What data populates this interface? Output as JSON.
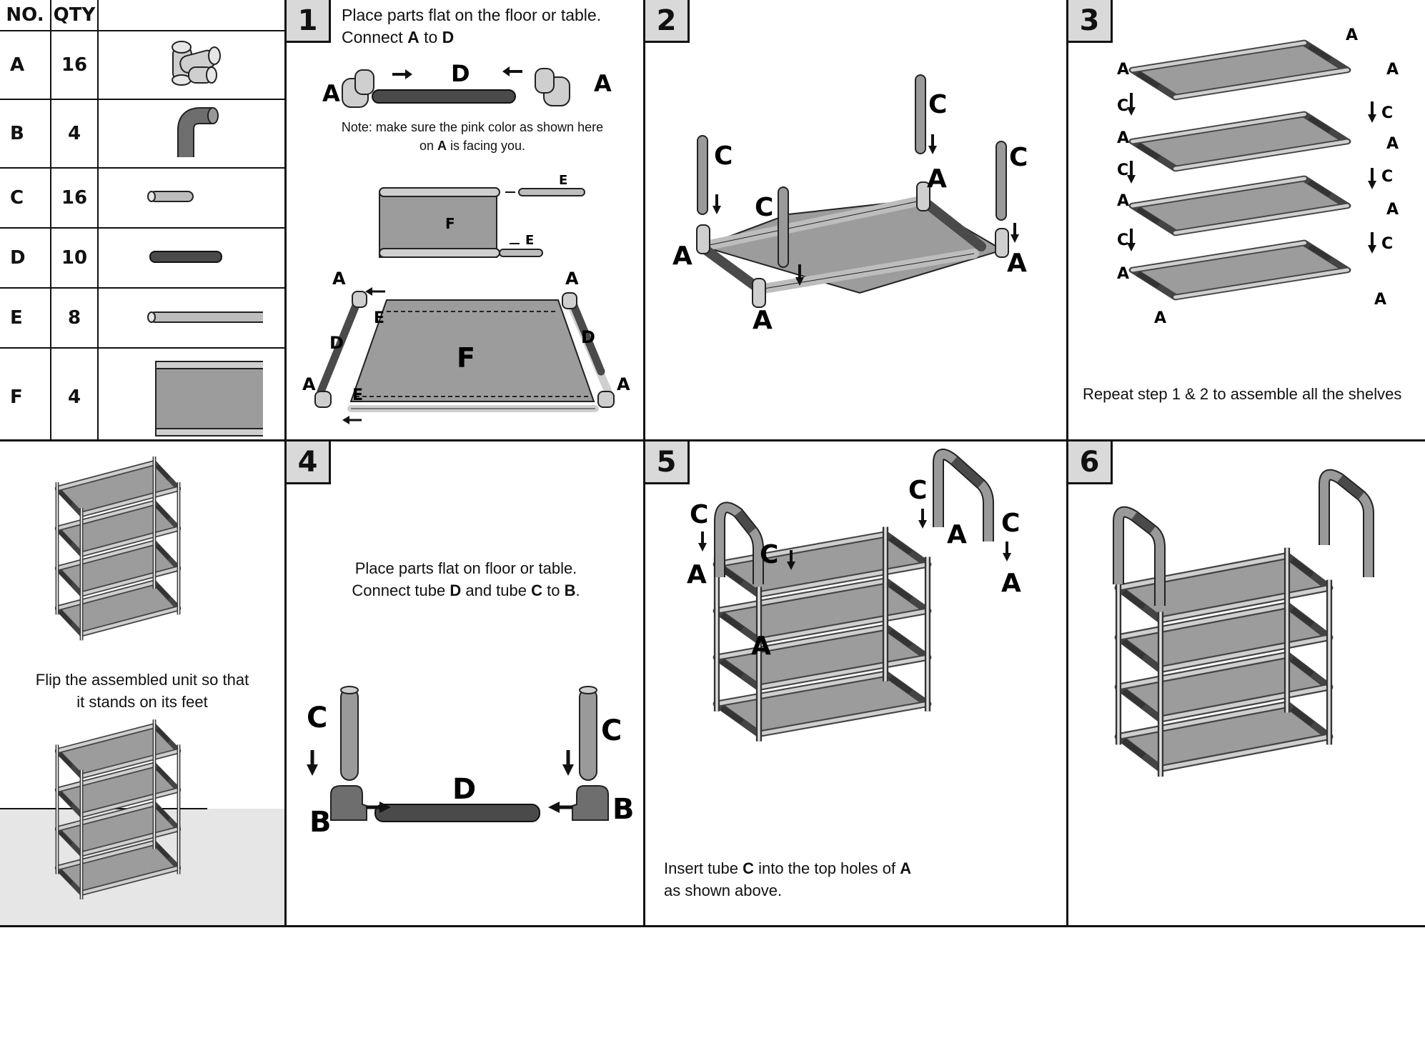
{
  "parts_table": {
    "headers": [
      "NO.",
      "QTY",
      ""
    ],
    "rows": [
      {
        "no": "A",
        "qty": "16",
        "icon": "four-way-connector-icon"
      },
      {
        "no": "B",
        "qty": "4",
        "icon": "elbow-connector-icon"
      },
      {
        "no": "C",
        "qty": "16",
        "icon": "short-tube-icon"
      },
      {
        "no": "D",
        "qty": "10",
        "icon": "dark-tube-icon"
      },
      {
        "no": "E",
        "qty": "8",
        "icon": "long-tube-icon"
      },
      {
        "no": "F",
        "qty": "4",
        "icon": "fabric-shelf-icon"
      }
    ]
  },
  "step1": {
    "number": "1",
    "line1": "Place parts flat on the floor or table.",
    "line2_pre": "Connect ",
    "line2_a": "A",
    "line2_mid": " to ",
    "line2_d": "D",
    "note_line1": "Note: make sure the pink color as shown here",
    "note_pre": "on ",
    "note_a": "A",
    "note_post": " is facing you.",
    "labels": {
      "a": "A",
      "d": "D",
      "e": "E",
      "f": "F"
    }
  },
  "step2": {
    "number": "2",
    "labels": {
      "a": "A",
      "c": "C"
    }
  },
  "step3": {
    "number": "3",
    "caption": "Repeat step 1 & 2 to assemble all the shelves",
    "labels": {
      "a": "A",
      "c": "C"
    }
  },
  "flip": {
    "line1": "Flip the assembled unit so that",
    "line2": "it stands on its feet"
  },
  "step4": {
    "number": "4",
    "line1": "Place parts flat on floor or table.",
    "line2_pre": "Connect tube ",
    "line2_d": "D",
    "line2_mid1": " and tube ",
    "line2_c": "C",
    "line2_mid2": " to ",
    "line2_b": "B",
    "line2_end": ".",
    "labels": {
      "b": "B",
      "c": "C",
      "d": "D"
    }
  },
  "step5": {
    "number": "5",
    "line1_pre": "Insert tube ",
    "line1_c": "C",
    "line1_mid": " into the top holes of ",
    "line1_a": "A",
    "line2": "as shown above.",
    "labels": {
      "a": "A",
      "c": "C"
    }
  },
  "step6": {
    "number": "6"
  }
}
